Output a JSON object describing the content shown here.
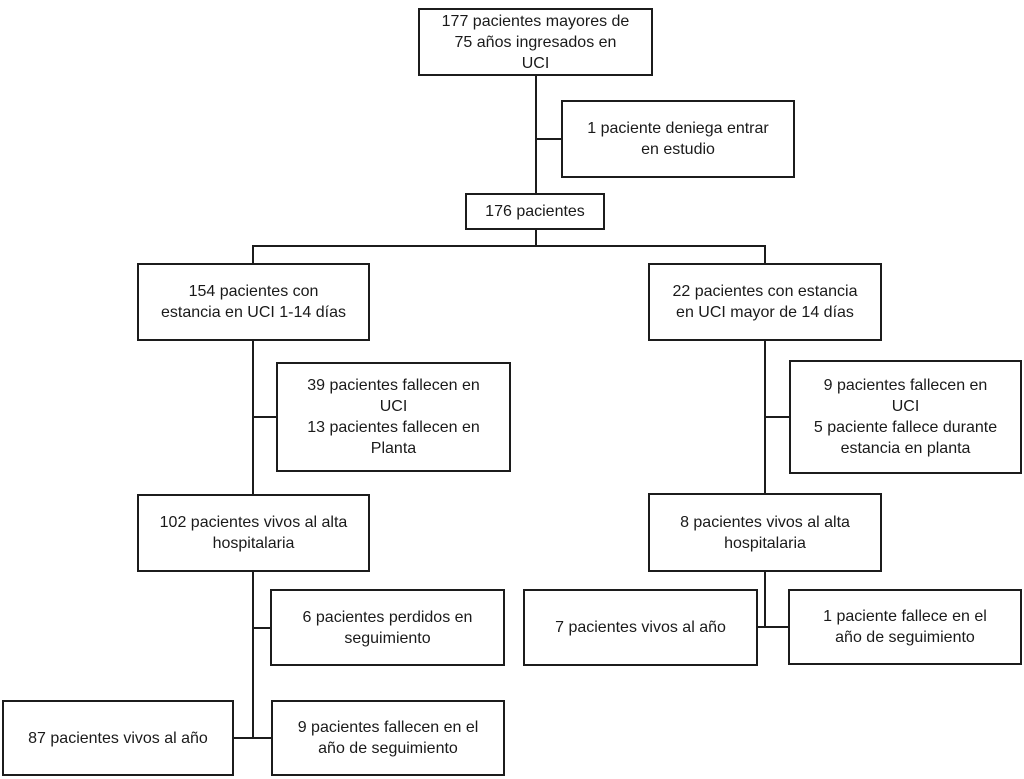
{
  "diagram": {
    "type": "flowchart",
    "language": "es",
    "colors": {
      "line": "#1c1c1c",
      "text": "#1a1a1a",
      "background": "#ffffff"
    },
    "nodes": {
      "admitted": {
        "label": "177 pacientes mayores de\n75 años ingresados en\nUCI",
        "count": 177
      },
      "declined": {
        "label": "1 paciente deniega entrar\nen estudio",
        "count": 1
      },
      "included": {
        "label": "176 pacientes",
        "count": 176
      },
      "stay_short": {
        "label": "154 pacientes con\nestancia en UCI 1-14 días",
        "count": 154
      },
      "stay_long": {
        "label": "22 pacientes con estancia\nen UCI mayor de 14 días",
        "count": 22
      },
      "deaths_short": {
        "label": "39 pacientes fallecen en\nUCI\n13 pacientes fallecen en\nPlanta",
        "counts": [
          39,
          13
        ]
      },
      "deaths_long": {
        "label": "9 pacientes fallecen en\nUCI\n5 paciente fallece durante\nestancia en planta",
        "counts": [
          9,
          5
        ]
      },
      "alive_discharge_short": {
        "label": "102 pacientes vivos al alta\nhospitalaria",
        "count": 102
      },
      "alive_discharge_long": {
        "label": "8 pacientes vivos al alta\nhospitalaria",
        "count": 8
      },
      "lost_followup_short": {
        "label": "6 pacientes perdidos en\nseguimiento",
        "count": 6
      },
      "alive_year_long": {
        "label": "7 pacientes vivos al año",
        "count": 7
      },
      "death_followup_long": {
        "label": "1 paciente fallece en el\naño de seguimiento",
        "count": 1
      },
      "alive_year_short": {
        "label": "87 pacientes vivos al año",
        "count": 87
      },
      "deaths_followup_short": {
        "label": "9 pacientes fallecen en el\naño de seguimiento",
        "count": 9
      }
    },
    "edges": [
      {
        "from": "admitted",
        "to": "included"
      },
      {
        "from": "admitted",
        "to": "declined"
      },
      {
        "from": "included",
        "to": "stay_short"
      },
      {
        "from": "included",
        "to": "stay_long"
      },
      {
        "from": "stay_short",
        "to": "deaths_short"
      },
      {
        "from": "stay_short",
        "to": "alive_discharge_short"
      },
      {
        "from": "stay_long",
        "to": "deaths_long"
      },
      {
        "from": "stay_long",
        "to": "alive_discharge_long"
      },
      {
        "from": "alive_discharge_short",
        "to": "lost_followup_short"
      },
      {
        "from": "alive_discharge_short",
        "to": "alive_year_short"
      },
      {
        "from": "alive_discharge_short",
        "to": "deaths_followup_short"
      },
      {
        "from": "alive_discharge_long",
        "to": "alive_year_long"
      },
      {
        "from": "alive_discharge_long",
        "to": "death_followup_long"
      }
    ]
  }
}
